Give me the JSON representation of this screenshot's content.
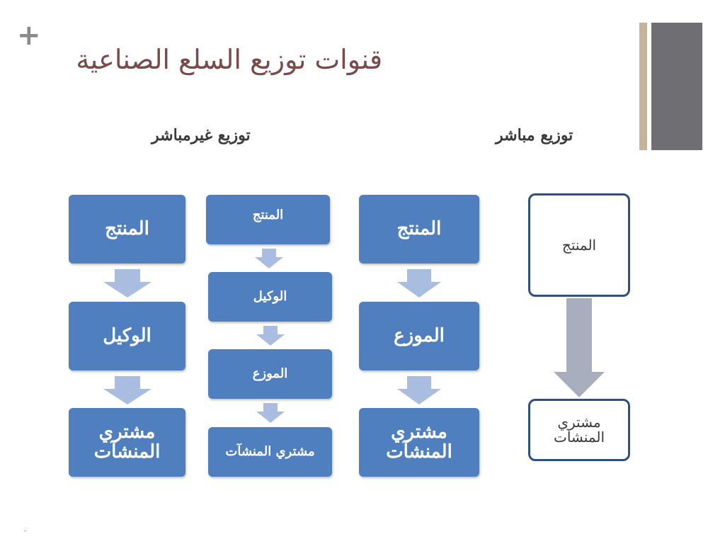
{
  "slide": {
    "plus": "+",
    "title": "قنوات توزيع السلع الصناعية",
    "dot": ".",
    "colors": {
      "box_fill": "#4f7fbf",
      "arrow": "#a9bde0",
      "outline": "#2f4f7f",
      "title": "#7a4a4a"
    }
  },
  "labels": {
    "direct": "توزيع مباشر",
    "indirect": "توزيع غيرمباشر"
  },
  "channels": {
    "direct": {
      "producer": "المنتج",
      "buyer": "مشتري المنشآت"
    },
    "distributor_channel": {
      "producer": "المنتج",
      "distributor": "الموزع",
      "buyer": "مشتري المنشآت"
    },
    "agent_distributor_channel": {
      "producer": "المنتج",
      "agent": "الوكيل",
      "distributor": "الموزع",
      "buyer": "مشتري المنشآت"
    },
    "agent_channel": {
      "producer": "المنتج",
      "agent": "الوكيل",
      "buyer": "مشتري المنشآت"
    }
  }
}
